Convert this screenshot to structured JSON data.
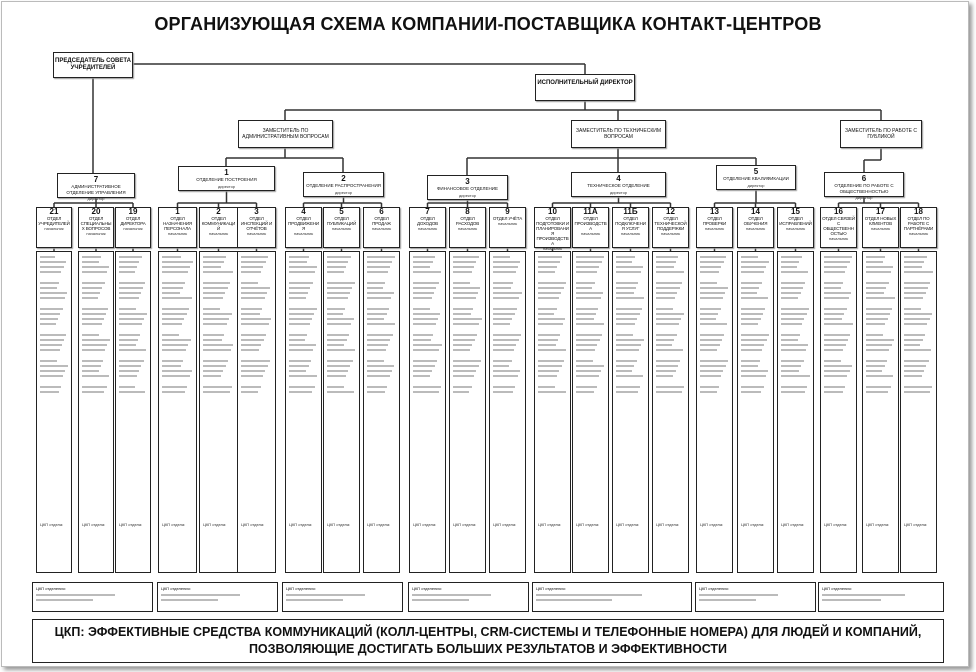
{
  "title": "ОРГАНИЗУЮЩАЯ СХЕМА КОМПАНИИ-ПОСТАВЩИКА КОНТАКТ-ЦЕНТРОВ",
  "chairman": "ПРЕДСЕДАТЕЛЬ СОВЕТА УЧРЕДИТЕЛЕЙ",
  "executive": "ИСПОЛНИТЕЛЬНЫЙ ДИРЕКТОР",
  "deputies": [
    "ЗАМЕСТИТЕЛЬ ПО АДМИНИСТРАТИВНЫМ ВОПРОСАМ",
    "ЗАМЕСТИТЕЛЬ ПО ТЕХНИЧЕСКИМ ВОПРОСАМ",
    "ЗАМЕСТИТЕЛЬ ПО РАБОТЕ С ПУБЛИКОЙ"
  ],
  "divisions": [
    {
      "num": "7",
      "name": "АДМИНИСТРАТИВНОЕ ОТДЕЛЕНИЕ УПРАВЛЕНИЯ",
      "head": "директор",
      "vfp_label": "ЦКП отделения:",
      "depts": [
        {
          "num": "21",
          "name": "ОТДЕЛ УЧРЕДИТЕЛЕЙ",
          "head": "начальник"
        },
        {
          "num": "20",
          "name": "ОТДЕЛ СПЕЦИАЛЬНЫХ ВОПРОСОВ",
          "head": "начальник"
        },
        {
          "num": "19",
          "name": "ОТДЕЛ ДИРЕКТОРА",
          "head": "начальник"
        }
      ]
    },
    {
      "num": "1",
      "name": "ОТДЕЛЕНИЕ ПОСТРОЕНИЯ",
      "head": "директор",
      "vfp_label": "ЦКП отделения:",
      "depts": [
        {
          "num": "1",
          "name": "ОТДЕЛ НАЗНАЧЕНИЯ ПЕРСОНАЛА",
          "head": "начальник"
        },
        {
          "num": "2",
          "name": "ОТДЕЛ КОММУНИКАЦИЙ",
          "head": "начальник"
        },
        {
          "num": "3",
          "name": "ОТДЕЛ ИНСПЕКЦИЙ И ОТЧЁТОВ",
          "head": "начальник"
        }
      ]
    },
    {
      "num": "2",
      "name": "ОТДЕЛЕНИЕ РАСПРОСТРАНЕНИЯ",
      "head": "директор",
      "vfp_label": "ЦКП отделения:",
      "depts": [
        {
          "num": "4",
          "name": "ОТДЕЛ ПРОДВИЖЕНИЯ",
          "head": "начальник"
        },
        {
          "num": "5",
          "name": "ОТДЕЛ ПУБЛИКАЦИЙ",
          "head": "начальник"
        },
        {
          "num": "6",
          "name": "ОТДЕЛ ПРОДАЖ",
          "head": "начальник"
        }
      ]
    },
    {
      "num": "3",
      "name": "ФИНАНСОВОЕ ОТДЕЛЕНИЕ",
      "head": "директор",
      "vfp_label": "ЦКП отделения:",
      "depts": [
        {
          "num": "7",
          "name": "ОТДЕЛ ДОХОДОВ",
          "head": "начальник"
        },
        {
          "num": "8",
          "name": "ОТДЕЛ РАСХОДОВ",
          "head": "начальник"
        },
        {
          "num": "9",
          "name": "ОТДЕЛ УЧЁТА",
          "head": "начальник"
        }
      ]
    },
    {
      "num": "4",
      "name": "ТЕХНИЧЕСКОЕ ОТДЕЛЕНИЕ",
      "head": "директор",
      "vfp_label": "ЦКП отделения:",
      "depts": [
        {
          "num": "10",
          "name": "ОТДЕЛ ПОДГОТОВКИ И ПЛАНИРОВАНИЯ ПРОИЗВОДСТВА",
          "head": "начальник"
        },
        {
          "num": "11А",
          "name": "ОТДЕЛ ПРОИЗВОДСТВА",
          "head": "начальник"
        },
        {
          "num": "11Б",
          "name": "ОТДЕЛ ПОДКЛЮЧЕНИЯ УСЛУГ",
          "head": "начальник"
        },
        {
          "num": "12",
          "name": "ОТДЕЛ ТЕХНИЧЕСКОЙ ПОДДЕРЖКИ",
          "head": "начальник"
        }
      ]
    },
    {
      "num": "5",
      "name": "ОТДЕЛЕНИЕ КВАЛИФИКАЦИИ",
      "head": "директор",
      "vfp_label": "ЦКП отделения:",
      "depts": [
        {
          "num": "13",
          "name": "ОТДЕЛ ПРОВЕРКИ",
          "head": "начальник"
        },
        {
          "num": "14",
          "name": "ОТДЕЛ ОБУЧЕНИЯ",
          "head": "начальник"
        },
        {
          "num": "15",
          "name": "ОТДЕЛ ИСПРАВЛЕНИЙ",
          "head": "начальник"
        }
      ]
    },
    {
      "num": "6",
      "name": "ОТДЕЛЕНИЕ ПО РАБОТЕ С ОБЩЕСТВЕННОСТЬЮ",
      "head": "директор",
      "vfp_label": "ЦКП отделения:",
      "depts": [
        {
          "num": "16",
          "name": "ОТДЕЛ СВЯЗЕЙ С ОБЩЕСТВЕННОСТЬЮ",
          "head": "начальник"
        },
        {
          "num": "17",
          "name": "ОТДЕЛ НОВЫХ КЛИЕНТОВ",
          "head": "начальник"
        },
        {
          "num": "18",
          "name": "ОТДЕЛ ПО РАБОТЕ С ПАРТНЁРАМИ",
          "head": "начальник"
        }
      ]
    }
  ],
  "dept_vfp_label": "ЦКП отдела:",
  "banner_line1": "ЦКП: ЭФФЕКТИВНЫЕ СРЕДСТВА КОММУНИКАЦИЙ (КОЛЛ-ЦЕНТРЫ, CRM-СИСТЕМЫ И ТЕЛЕФОННЫЕ НОМЕРА) ДЛЯ ЛЮДЕЙ И КОМПАНИЙ,",
  "banner_line2": "ПОЗВОЛЯЮЩИЕ ДОСТИГАТЬ БОЛЬШИХ РЕЗУЛЬТАТОВ И ЭФФЕКТИВНОСТИ"
}
